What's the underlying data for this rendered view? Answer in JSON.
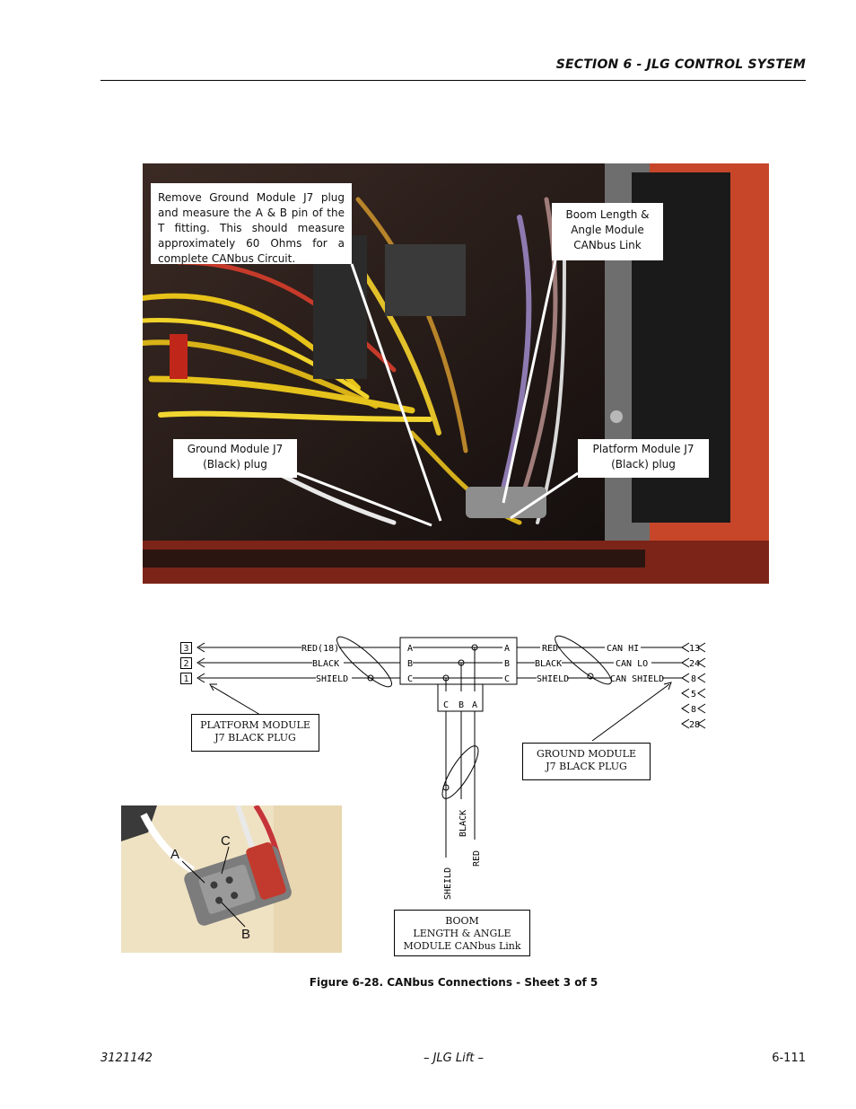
{
  "header": {
    "section_title": "SECTION 6 - JLG CONTROL SYSTEM"
  },
  "photo_callouts": {
    "remove_ground": "Remove Ground Module J7 plug and measure the A & B pin of the T fitting. This should measure approximately 60 Ohms for a complete CANbus Circuit.",
    "boom_line1": "Boom Length &",
    "boom_line2": "Angle Module",
    "boom_line3": "CANbus Link",
    "ground_line1": "Ground Module J7",
    "ground_line2": "(Black) plug",
    "platform_line1": "Platform Module J7",
    "platform_line2": "(Black) plug"
  },
  "schematic": {
    "left_pins": [
      "3",
      "2",
      "1"
    ],
    "left_wires": [
      "RED(18)",
      "BLACK",
      "SHIELD"
    ],
    "tee_left_pins": [
      "A",
      "B",
      "C"
    ],
    "tee_right_pins": [
      "A",
      "B",
      "C"
    ],
    "tee_bottom_pins": [
      "C",
      "B",
      "A"
    ],
    "right_wires": [
      "RED",
      "BLACK",
      "SHIELD"
    ],
    "right_signals": [
      "CAN HI",
      "CAN LO",
      "CAN SHIELD"
    ],
    "right_pins": [
      "13",
      "24",
      "8",
      "5",
      "8",
      "28"
    ],
    "bottom_wires": [
      "SHEILD",
      "BLACK",
      "RED"
    ],
    "platform_box_line1": "PLATFORM MODULE",
    "platform_box_line2": "J7 BLACK PLUG",
    "ground_box_line1": "GROUND MODULE",
    "ground_box_line2": "J7 BLACK PLUG",
    "boom_box_line1": "BOOM",
    "boom_box_line2": "LENGTH & ANGLE",
    "boom_box_line3": "MODULE  CANbus Link"
  },
  "connector_photo": {
    "label_a": "A",
    "label_b": "B",
    "label_c": "C"
  },
  "caption": "Figure 6-28.  CANbus Connections - Sheet 3 of 5",
  "footer": {
    "doc_number": "3121142",
    "center": "– JLG Lift –",
    "page": "6-111"
  }
}
